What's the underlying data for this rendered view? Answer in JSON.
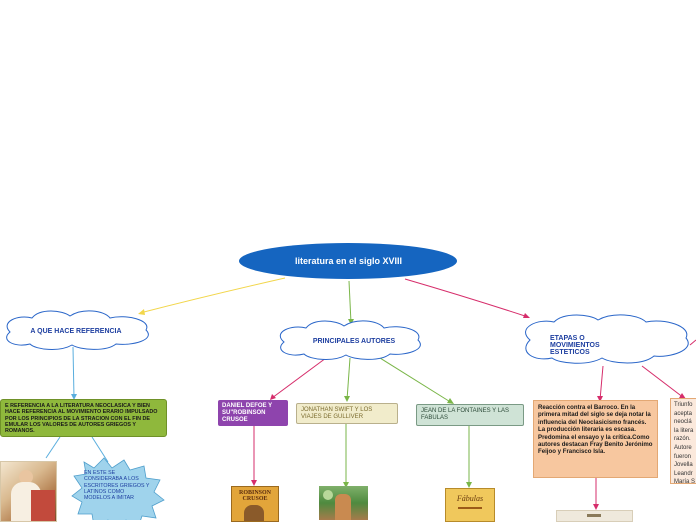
{
  "root": {
    "label": "literatura en el siglo XVIII"
  },
  "branches": {
    "referencia": {
      "label": "A QUE HACE REFERENCIA"
    },
    "autores": {
      "label": "PRINCIPALES AUTORES"
    },
    "etapas": {
      "label": "ETAPAS O MOVIMIENTOS ESTETICOS"
    }
  },
  "referencia_text": "E REFERENCIA A LA LITERATURA NEOCLASICA Y BIEN HACE REFERENCIA AL MOVIMIENTO ERARIO IMPULSADO POR LOS PRINCIPIOS DE LA STRACION CON EL FIN DE EMULAR LOS VALORES DE AUTORES GRIEGOS Y ROMANOS.",
  "referencia_cloud": "EN ESTE SE CONSIDERABA A LOS ESCRITORES GRIEGOS Y LATINOS COMO MODELOS A IMITAR",
  "autores": [
    {
      "label": "DANIEL DEFOE Y SU\"ROBINSON CRUSOE"
    },
    {
      "label": "JONATHAN SWIFT Y LOS VIAJES DE GULLIVER"
    },
    {
      "label": "JEAN DE LA FONTAINES Y LAS FABULAS"
    }
  ],
  "etapa_1": "Reacción contra el Barroco. En la primera mitad del siglo se deja notar la influencia del Neoclasicismo francés. La producción literaria es escasa. Predomina el ensayo y la crítica.Como autores destacan Fray Benito Jerónimo Feijoo y Francisco Isla.",
  "etapa_2_lines": [
    "Triunfo",
    "acepta",
    "neoclá",
    "la litera",
    "razón.",
    "Autore",
    "fueron",
    "Jovella",
    "Leandr",
    "María S"
  ],
  "book_covers": {
    "robinson": "ROBINSON CRUSOE",
    "fabulas": "Fábulas"
  },
  "colors": {
    "root": "#1565c0",
    "cloud_fill": "#ffffff",
    "cloud_stroke": "#2a66c9",
    "referencia_box": "#8fb83c",
    "cloud_blue": "#9fd3ec",
    "defoe_box": "#8e44ad",
    "swift_box": "#f1eccb",
    "fontaine_box": "#cfe3d6",
    "etapa_box": "#f7c79f",
    "line_yellow": "#f2d64b",
    "line_green": "#7ab648",
    "line_red": "#d62d6b",
    "line_blue": "#5aaede"
  }
}
